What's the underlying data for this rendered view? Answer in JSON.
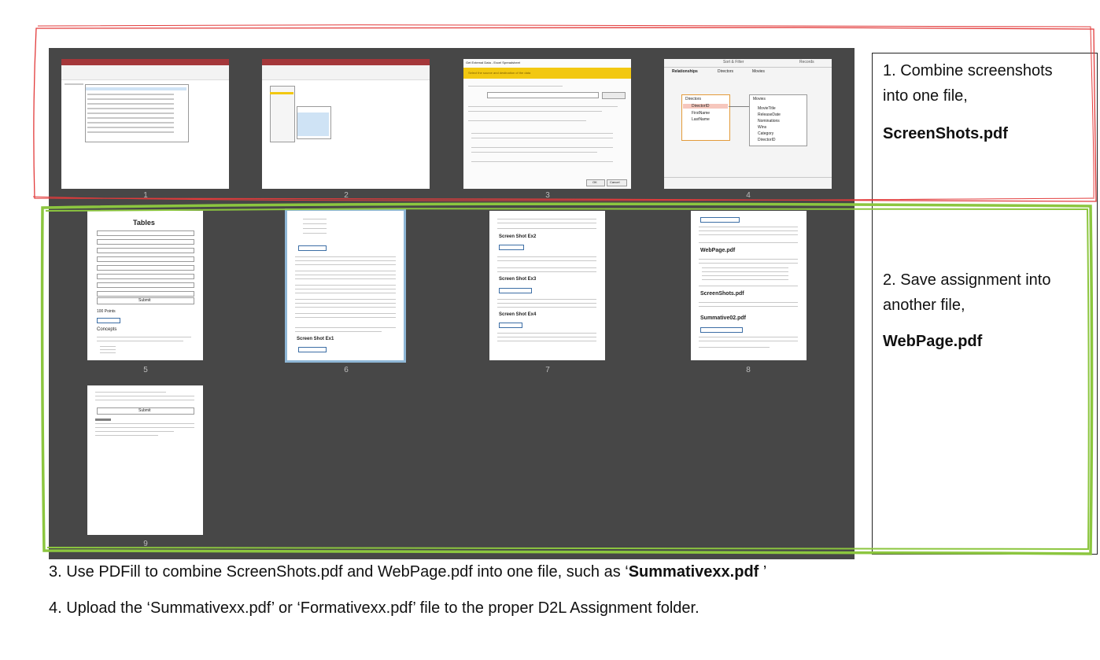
{
  "page_numbers": [
    "1",
    "2",
    "3",
    "4",
    "5",
    "6",
    "7",
    "8",
    "9"
  ],
  "thumbs": {
    "t3": {
      "dialog_title": "Get External Data - Excel Spreadsheet",
      "banner": "Select the source and destination of the data",
      "ok": "OK",
      "cancel": "Cancel"
    },
    "t4": {
      "tab1": "Relationships",
      "tab2": "Directors",
      "tab3": "Movies",
      "table1_title": "Directors",
      "table1_fields": [
        "DirectorID",
        "FirstName",
        "LastName"
      ],
      "table2_title": "Movies",
      "table2_fields": [
        "MovieTitle",
        "ReleaseDate",
        "Nominations",
        "Wins",
        "Category",
        "DirectorID"
      ],
      "group1": "Sort & Filter",
      "group2": "Records"
    },
    "t5": {
      "title": "Tables",
      "points": "100 Points",
      "concepts": "Concepts",
      "submit": "Submit"
    },
    "t6": {
      "heading": "Screen Shot Ex1"
    },
    "t7": {
      "h1": "Screen Shot Ex2",
      "h2": "Screen Shot Ex3",
      "h3": "Screen Shot Ex4"
    },
    "t8": {
      "h1": "WebPage.pdf",
      "h2": "ScreenShots.pdf",
      "h3": "Summative02.pdf"
    },
    "t9": {
      "submit": "Submit"
    }
  },
  "panel": {
    "step1_line1": "1. Combine screenshots",
    "step1_line2": "into one file,",
    "step1_file": "ScreenShots.pdf",
    "step2_line1": "2. Save assignment into",
    "step2_line2": "another file,",
    "step2_file": "WebPage.pdf"
  },
  "steps": {
    "step3_prefix": "3.  Use PDFill to combine ScreenShots.pdf and WebPage.pdf into one file, such as ‘",
    "step3_bold": "Summativexx.pdf",
    "step3_suffix": " ’",
    "step4": "4.  Upload the ‘Summativexx.pdf’ or ‘Formativexx.pdf’ file to the proper D2L Assignment folder."
  },
  "colors": {
    "background": "#474747",
    "red_annotation": "#e23b3b",
    "green_annotation": "#8cc63f",
    "access_ribbon": "#a4373a"
  }
}
